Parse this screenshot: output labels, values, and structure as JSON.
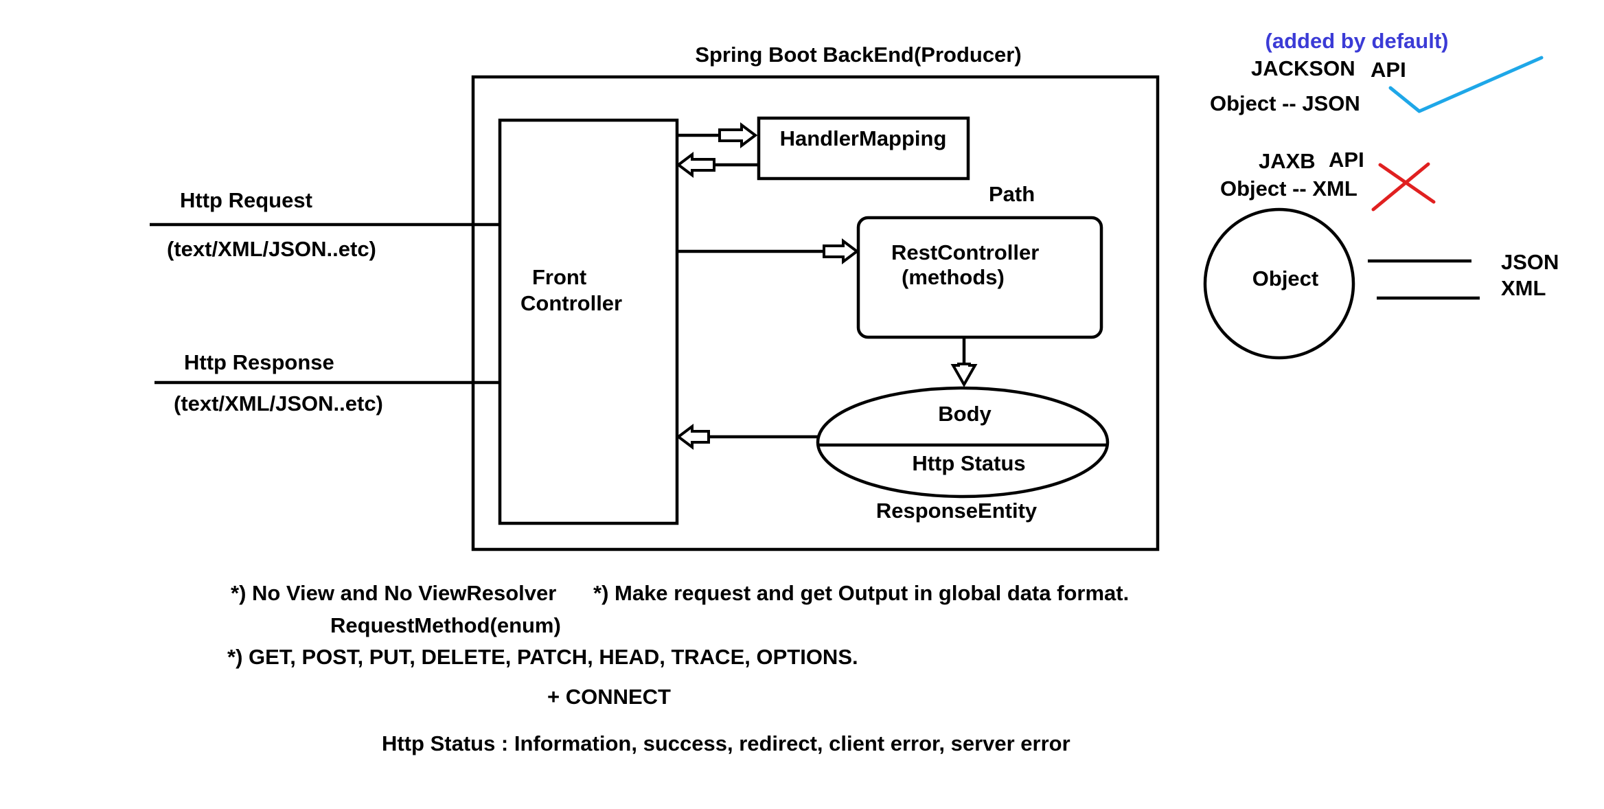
{
  "diagram": {
    "backend_title": "Spring Boot BackEnd(Producer)",
    "request": {
      "label": "Http Request",
      "formats": "(text/XML/JSON..etc)"
    },
    "response": {
      "label": "Http Response",
      "formats": "(text/XML/JSON..etc)"
    },
    "front_controller": {
      "line1": "Front",
      "line2": "Controller"
    },
    "handler_mapping": "HandlerMapping",
    "path_label": "Path",
    "rest_controller": {
      "line1": "RestController",
      "line2": "(methods)"
    },
    "response_entity": {
      "top": "Body",
      "bottom": "Http Status",
      "caption": "ResponseEntity"
    }
  },
  "converters": {
    "jackson": {
      "note": "(added by default)",
      "name": "JACKSON",
      "api": "API",
      "mapping": "Object -- JSON",
      "status_color": "#1ea7e8"
    },
    "jaxb": {
      "name": "JAXB",
      "api": "API",
      "mapping": "Object -- XML",
      "status_color": "#e02020"
    },
    "object_label": "Object",
    "formats": [
      "JSON",
      "XML"
    ]
  },
  "notes": {
    "line1_a": "*) No View and No ViewResolver",
    "line1_b": "*) Make request and get Output in global data format.",
    "request_method": "RequestMethod(enum)",
    "methods": "*) GET, POST, PUT, DELETE, PATCH, HEAD, TRACE, OPTIONS.",
    "connect": "+ CONNECT",
    "http_status": "Http Status : Information, success, redirect, client error, server error"
  }
}
